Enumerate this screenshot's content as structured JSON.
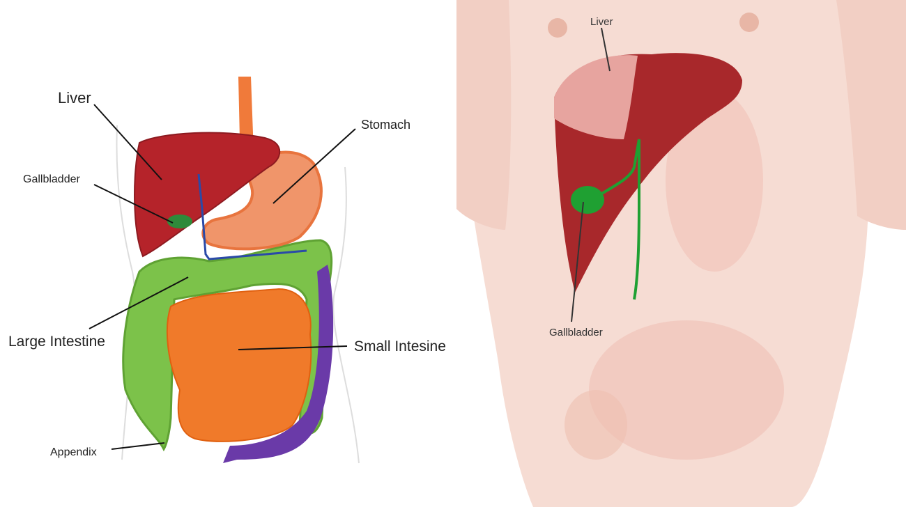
{
  "left_diagram": {
    "labels": {
      "liver": "Liver",
      "gallbladder": "Gallbladder",
      "stomach": "Stomach",
      "large_intestine": "Large Intestine",
      "small_intestine": "Small Intesine",
      "appendix": "Appendix"
    },
    "colors": {
      "liver": "#b5232a",
      "stomach": "#f0956a",
      "esophagus": "#f07a3a",
      "large_intestine": "#7cc24a",
      "small_intestine": "#f07a2a",
      "rectum": "#6a3aa8",
      "gallbladder": "#2f8a3a",
      "bile_duct": "#2a4aa8"
    }
  },
  "right_diagram": {
    "labels": {
      "liver": "Liver",
      "gallbladder": "Gallbladder"
    },
    "colors": {
      "skin": "#f6dcd3",
      "liver": "#a8282b",
      "gallbladder": "#1fa032",
      "organs_faded": "#f2c9c0"
    }
  }
}
